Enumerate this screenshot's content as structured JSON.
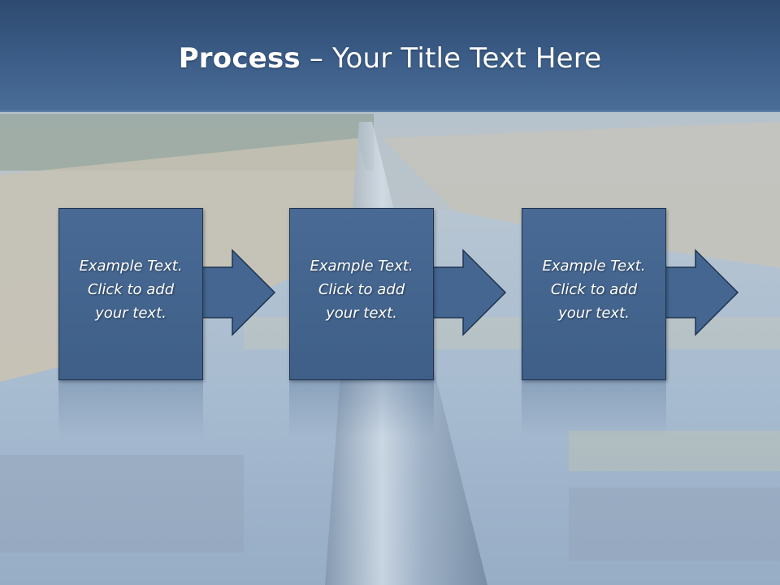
{
  "slide": {
    "title_bold": "Process",
    "title_rest": " – Your Title Text Here"
  },
  "steps": [
    {
      "line1": "Example Text.",
      "line2": "Click  to add",
      "line3": "your text."
    },
    {
      "line1": "Example Text.",
      "line2": "Click  to add",
      "line3": "your text."
    },
    {
      "line1": "Example Text.",
      "line2": "Click  to add",
      "line3": "your text."
    }
  ],
  "colors": {
    "title_bar": "#3d5f8a",
    "box_fill": "#446690",
    "box_border": "#1f3350",
    "text": "#ffffff"
  },
  "background": {
    "image_subject": "pipeline-over-water-photo"
  }
}
